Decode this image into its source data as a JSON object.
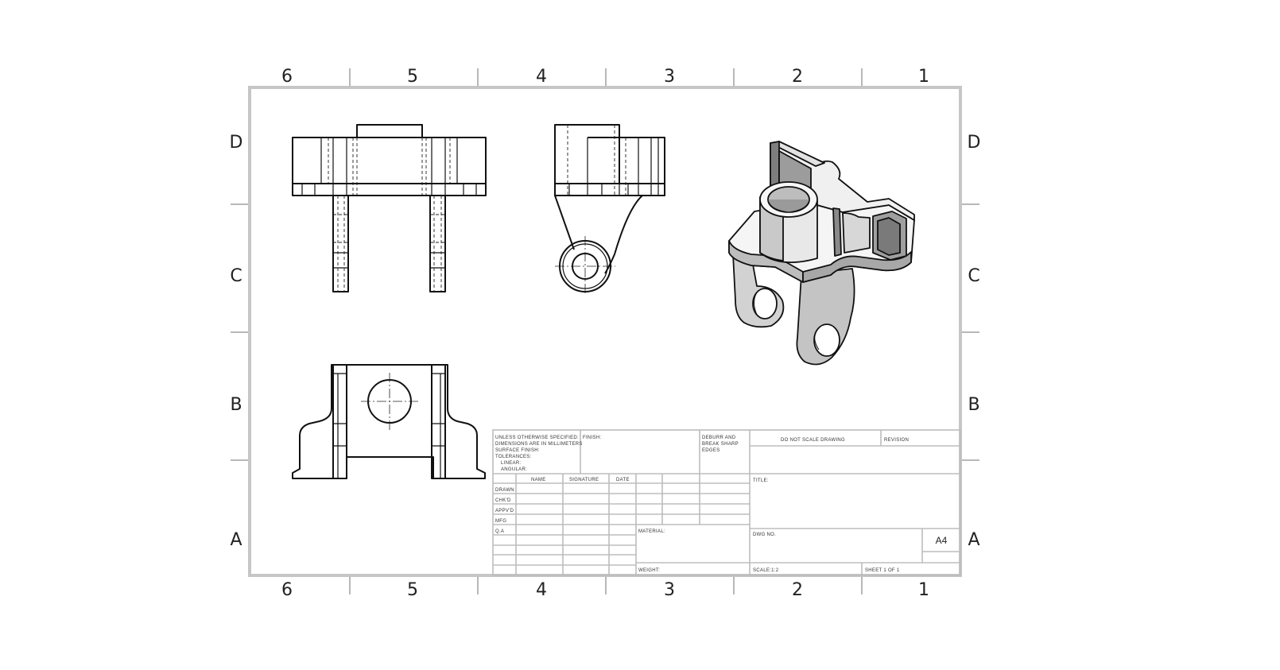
{
  "zones": {
    "columns": [
      "6",
      "5",
      "4",
      "3",
      "2",
      "1"
    ],
    "rows": [
      "D",
      "C",
      "B",
      "A"
    ]
  },
  "title_block": {
    "tolerance_note": [
      "UNLESS OTHERWISE SPECIFIED:",
      "DIMENSIONS ARE IN MILLIMETERS",
      "SURFACE FINISH:",
      "TOLERANCES:",
      "LINEAR:",
      "ANGULAR:"
    ],
    "finish_label": "FINISH:",
    "deburr_note": [
      "DEBURR AND",
      "BREAK SHARP",
      "EDGES"
    ],
    "do_not_scale": "DO NOT SCALE DRAWING",
    "revision_label": "REVISION",
    "column_headers": [
      "NAME",
      "SIGNATURE",
      "DATE"
    ],
    "row_labels": [
      "DRAWN",
      "CHK'D",
      "APPV'D",
      "MFG",
      "Q.A"
    ],
    "title_label": "TITLE:",
    "material_label": "MATERIAL:",
    "dwg_no_label": "DWG NO.",
    "sheet_size": "A4",
    "weight_label": "WEIGHT:",
    "scale_label": "SCALE:1:2",
    "sheet_label": "SHEET 1 OF 1"
  },
  "colors": {
    "frame": "#c8c8c8",
    "line": "#111111",
    "shade_light": "#e6e6e6",
    "shade_mid": "#bdbdbd",
    "shade_dark": "#8a8a8a"
  }
}
